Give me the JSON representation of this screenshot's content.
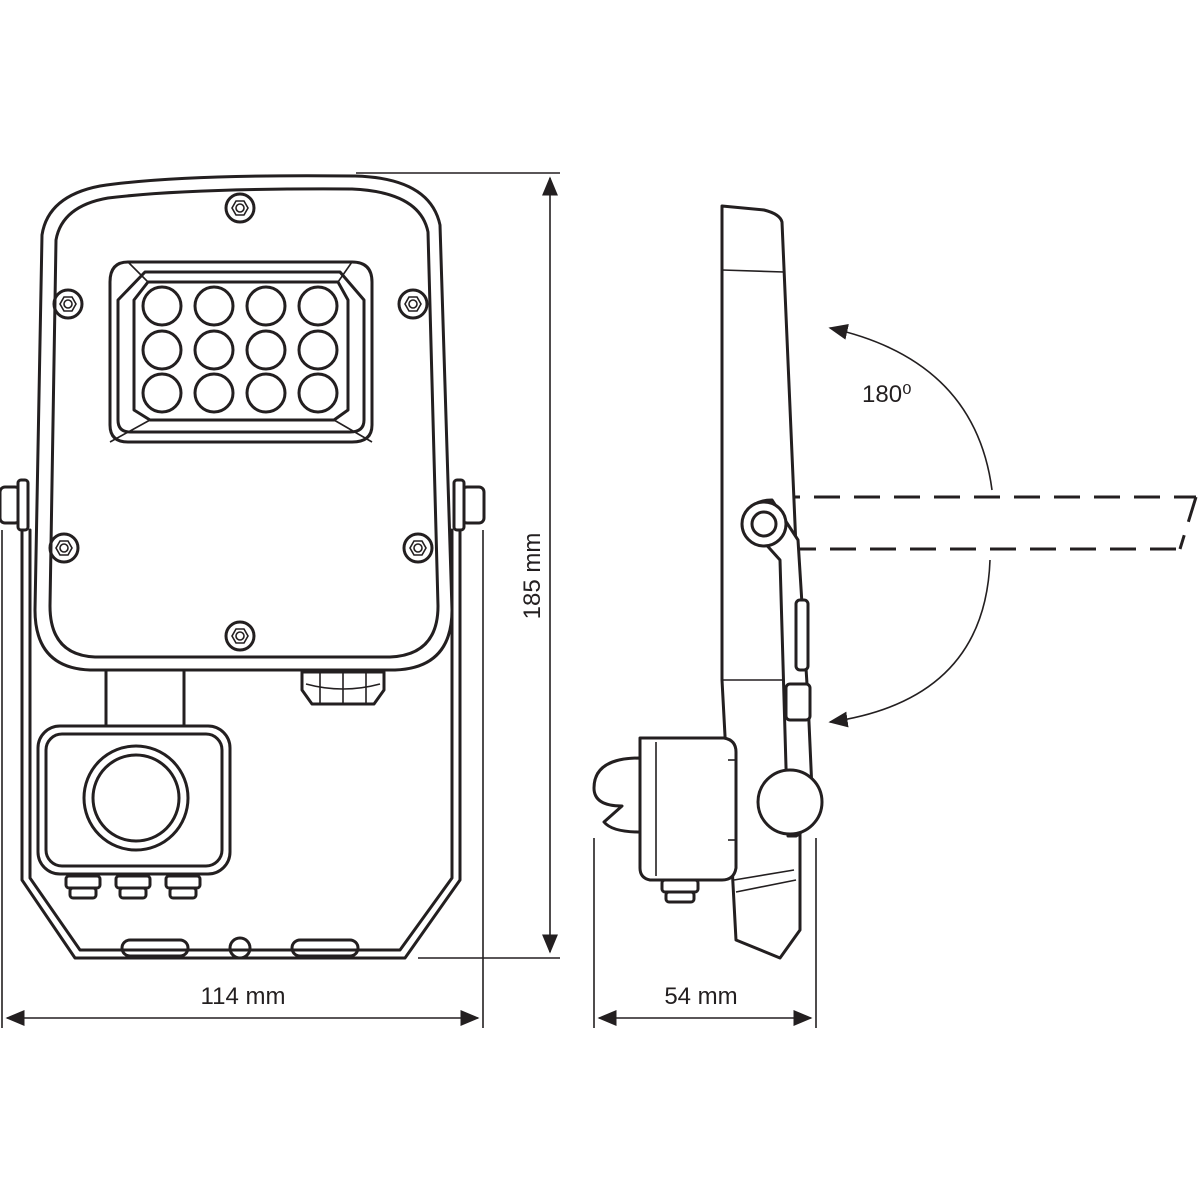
{
  "dimensions": {
    "width_front": "114 mm",
    "height": "185 mm",
    "depth_side": "54 mm"
  },
  "rotation": {
    "angle_label": "180⁰"
  }
}
